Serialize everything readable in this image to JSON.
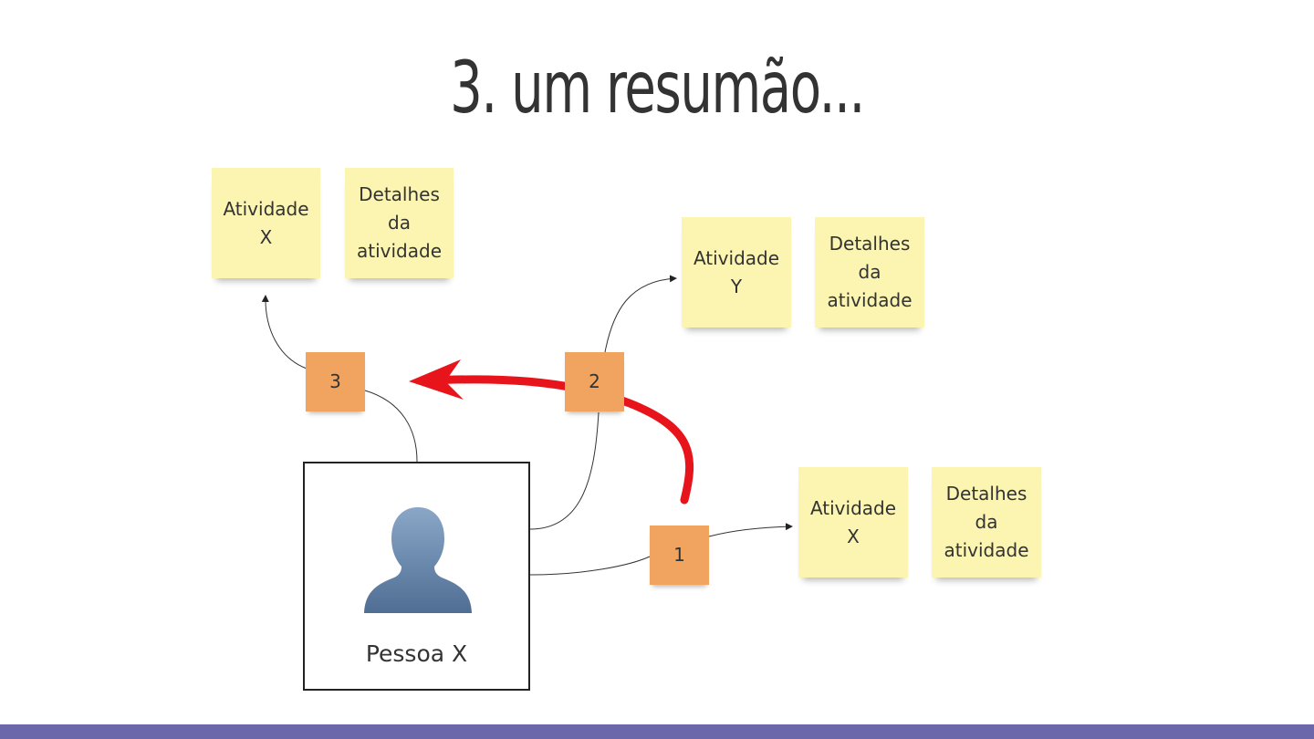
{
  "slide": {
    "title": "3.  um resumão..."
  },
  "person": {
    "label": "Pessoa X",
    "icon": "user-silhouette-icon"
  },
  "steps": [
    {
      "label": "1"
    },
    {
      "label": "2"
    },
    {
      "label": "3"
    }
  ],
  "activities": [
    {
      "activity": "Atividade\nX",
      "details": "Detalhes\nda\natividade"
    },
    {
      "activity": "Atividade\nY",
      "details": "Detalhes\nda\natividade"
    },
    {
      "activity": "Atividade\nX",
      "details": "Detalhes\nda\natividade"
    }
  ],
  "colors": {
    "sticky_note": "#fbf5b1",
    "step_note": "#f0a460",
    "highlight_arrow": "#e8141b",
    "footer_bar": "#6b67aa",
    "avatar": "#6f8fb3"
  }
}
